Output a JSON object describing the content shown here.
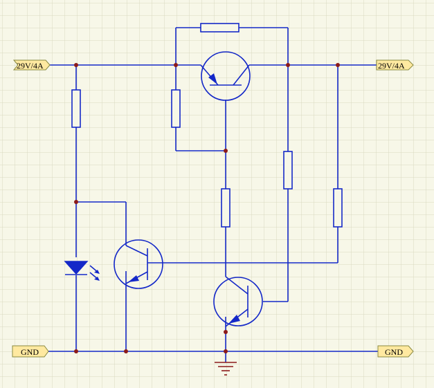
{
  "ports": {
    "power_in": "29V/4A",
    "power_out": "29V/4A",
    "gnd_left": "GND",
    "gnd_right": "GND"
  },
  "colors": {
    "wire": "#1428c8",
    "junction": "#8b1a1a",
    "ground_symbol": "#8b1a1a",
    "grid": "#d8d8c0",
    "background": "#f7f7e8",
    "port_fill": "#ffe9a0"
  },
  "components": {
    "resistors": 6,
    "transistors": 3,
    "leds": 1,
    "ground_symbols": 1
  }
}
